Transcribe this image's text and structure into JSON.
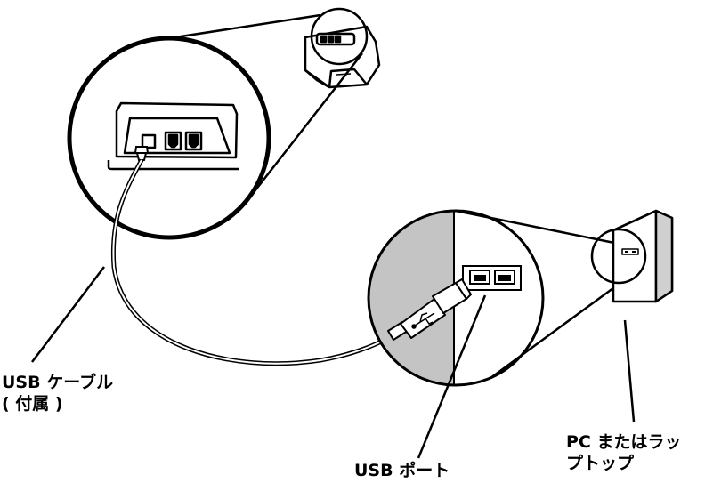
{
  "labels": {
    "usb_cable_line1": "USB ケーブル",
    "usb_cable_line2": "( 付属 )",
    "usb_port": "USB ポート",
    "pc_line1": "PC またはラッ",
    "pc_line2": "プトップ"
  },
  "colors": {
    "line": "#000000",
    "panel_gray": "#c4c4c4",
    "tower_side": "#d0d0d0",
    "background": "#ffffff"
  },
  "icons": [
    "usb-symbol-icon",
    "phone-jack-icon",
    "usb-socket-icon"
  ]
}
